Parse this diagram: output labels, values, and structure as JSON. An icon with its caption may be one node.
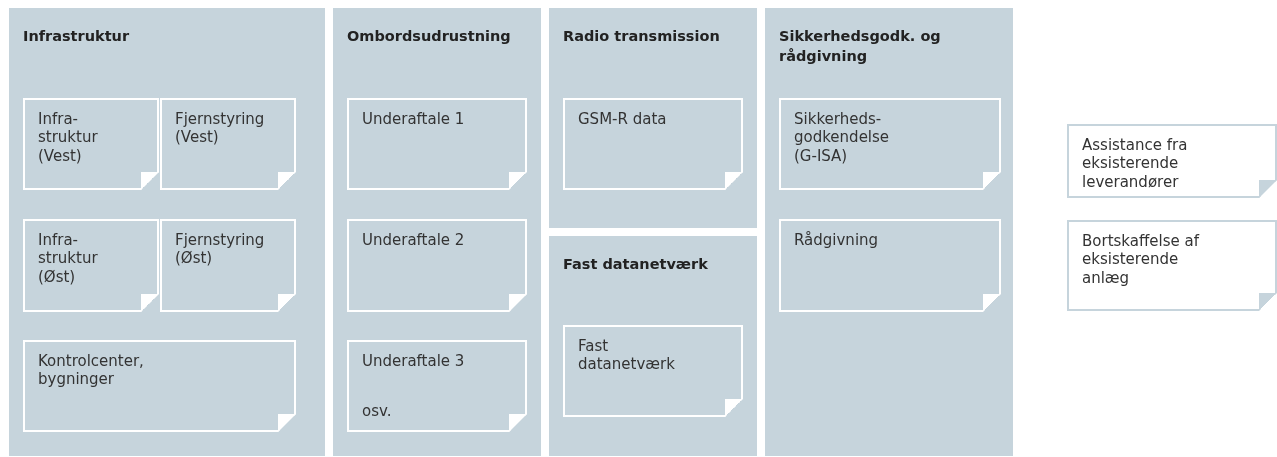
{
  "diagram": {
    "nodes": [
      {
        "text": [
          "Infrastruktur"
        ]
      },
      {
        "text": [
          "Infra- struktur (Vest)"
        ],
        "in": 0
      },
      {
        "text": [
          "Fjernstyring (Vest)"
        ],
        "in": 0
      },
      {
        "text": [
          "Infra- struktur (Øst)"
        ],
        "in": 0
      },
      {
        "text": [
          "Fjernstyring (Øst)"
        ],
        "in": 0
      },
      {
        "text": [
          "Kontrolcenter, bygninger"
        ],
        "in": 0
      },
      {
        "text": [
          "Ombordsudrustning"
        ]
      },
      {
        "text": [
          "Underaftale 1"
        ],
        "in": 6
      },
      {
        "text": [
          "Underaftale 2"
        ],
        "in": 6
      },
      {
        "text": [
          "Underaftale 3",
          "osv."
        ],
        "in": 6
      },
      {
        "text": [
          "Radio transmission"
        ]
      },
      {
        "text": [
          "GSM-R data"
        ],
        "in": 10
      },
      {
        "text": [
          "Fast datanetværk"
        ]
      },
      {
        "text": [
          "Fast datanetværk"
        ],
        "in": 12
      },
      {
        "text": [
          "Sikkerhedsgodk. og rådgivning"
        ]
      },
      {
        "text": [
          "Sikkerheds- godkendelse (G-ISA)"
        ],
        "in": 14
      },
      {
        "text": [
          "Rådgivning"
        ],
        "in": 14
      },
      {
        "text": [
          "Assistance fra eksisterende leverandører"
        ]
      },
      {
        "text": [
          "Bortskaffelse af eksisterende anlæg"
        ]
      }
    ]
  }
}
